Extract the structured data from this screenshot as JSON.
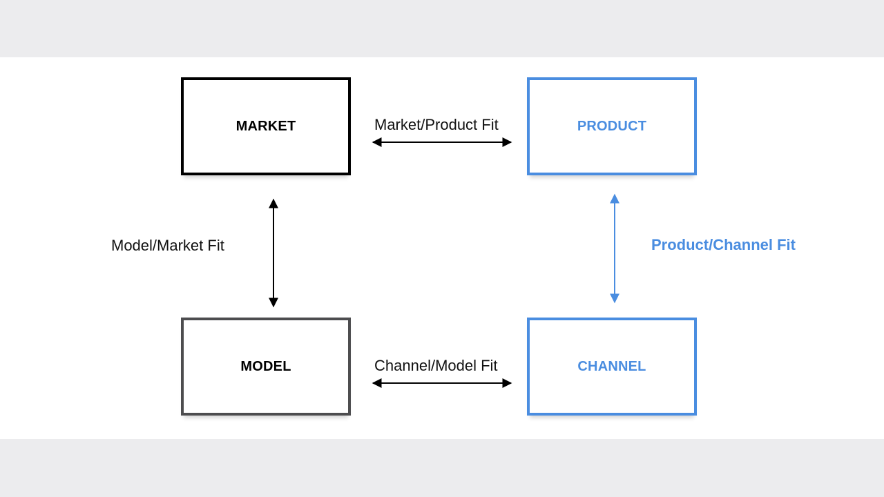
{
  "nodes": {
    "market": "MARKET",
    "product": "PRODUCT",
    "model": "MODEL",
    "channel": "CHANNEL"
  },
  "edges": {
    "market_product": "Market/Product Fit",
    "channel_model": "Channel/Model Fit",
    "model_market": "Model/Market Fit",
    "product_channel": "Product/Channel Fit"
  },
  "colors": {
    "accent_blue": "#4a8de0",
    "black": "#000000",
    "dark_gray": "#4d4d4f",
    "background_band": "#ececee"
  }
}
